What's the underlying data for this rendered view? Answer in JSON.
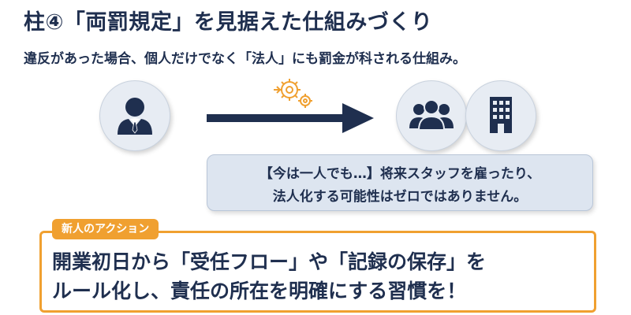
{
  "title": "柱④「両罰規定」を見据えた仕組みづくり",
  "subtitle": "違反があった場合、個人だけでなく「法人」にも罰金が科される仕組み。",
  "speech": {
    "line1": "【今は一人でも…】将来スタッフを雇ったり、",
    "line2": "法人化する可能性はゼロではありません。"
  },
  "action": {
    "tag": "新人のアクション",
    "line1": "開業初日から「受任フロー」や「記録の保存」を",
    "line2": "ルール化し、責任の所在を明確にする習慣を！"
  },
  "icons": {
    "individual": "person-suit-icon",
    "group": "people-group-icon",
    "corporation": "office-building-icon",
    "process": "gear-process-icon",
    "flow": "arrow-right-icon"
  },
  "colors": {
    "navy": "#1f2f4f",
    "circle_bg": "#e7ecf3",
    "speech_bg": "#dde5f0",
    "accent_orange": "#f0a030"
  }
}
